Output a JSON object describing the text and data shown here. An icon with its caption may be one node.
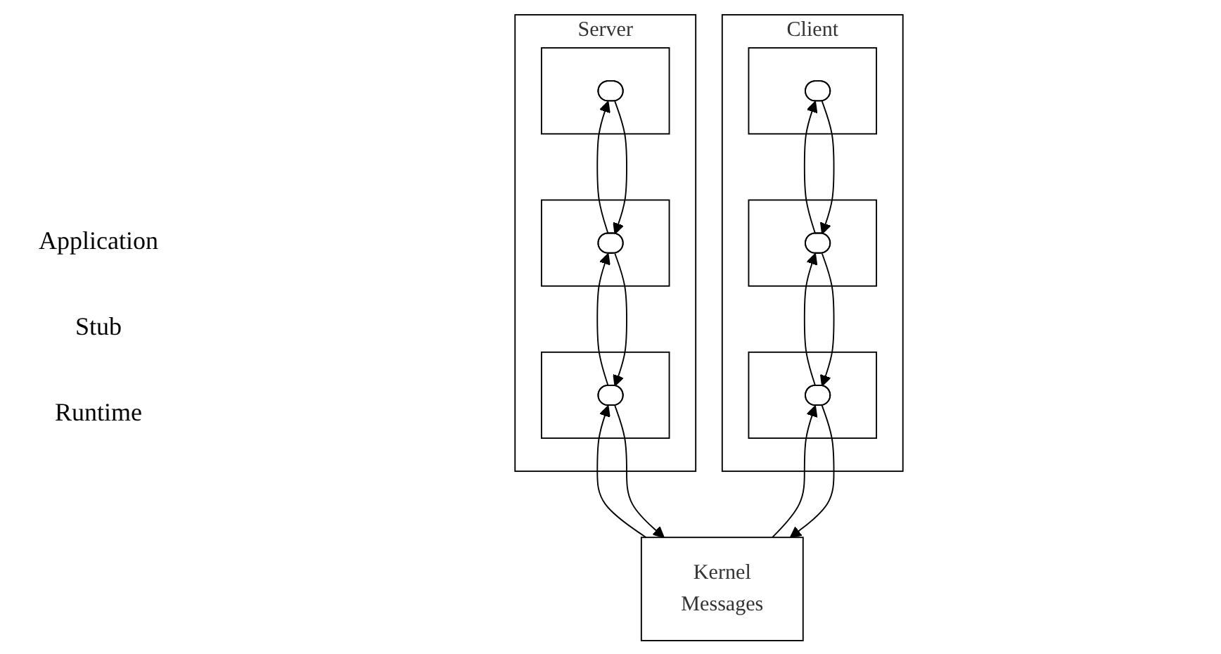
{
  "diagram": {
    "nodes": [
      {
        "text": [
          "Client"
        ]
      },
      {
        "text": [],
        "shape": "box",
        "in": 0
      },
      {
        "text": [],
        "shape": "pill",
        "in": 1
      },
      {
        "text": [],
        "shape": "box",
        "in": 0
      },
      {
        "text": [],
        "shape": "pill",
        "in": 3
      },
      {
        "text": [],
        "shape": "box",
        "in": 0
      },
      {
        "text": [],
        "shape": "pill",
        "in": 5
      },
      {
        "text": [
          "Server"
        ]
      },
      {
        "text": [],
        "shape": "box",
        "in": 7
      },
      {
        "text": [],
        "shape": "pill",
        "in": 8
      },
      {
        "text": [],
        "shape": "box",
        "in": 7
      },
      {
        "text": [],
        "shape": "pill",
        "in": 10
      },
      {
        "text": [],
        "shape": "box",
        "in": 7
      },
      {
        "text": [],
        "shape": "pill",
        "in": 12
      },
      {
        "text": [
          "Kernel",
          "Messages"
        ]
      }
    ],
    "edges": [
      {
        "from": 2,
        "to": 4,
        "arrow": "to"
      },
      {
        "from": 4,
        "to": 2,
        "arrow": "to"
      },
      {
        "from": 4,
        "to": 6,
        "arrow": "to"
      },
      {
        "from": 6,
        "to": 4,
        "arrow": "to"
      },
      {
        "from": 6,
        "to": 14,
        "arrow": "to"
      },
      {
        "from": 14,
        "to": 6,
        "arrow": "to"
      },
      {
        "from": 9,
        "to": 11,
        "arrow": "to"
      },
      {
        "from": 11,
        "to": 9,
        "arrow": "to"
      },
      {
        "from": 11,
        "to": 13,
        "arrow": "to"
      },
      {
        "from": 13,
        "to": 11,
        "arrow": "to"
      },
      {
        "from": 13,
        "to": 14,
        "arrow": "to"
      },
      {
        "from": 14,
        "to": 13,
        "arrow": "to"
      }
    ],
    "labels": [
      "Application",
      "Stub",
      "Runtime"
    ]
  }
}
